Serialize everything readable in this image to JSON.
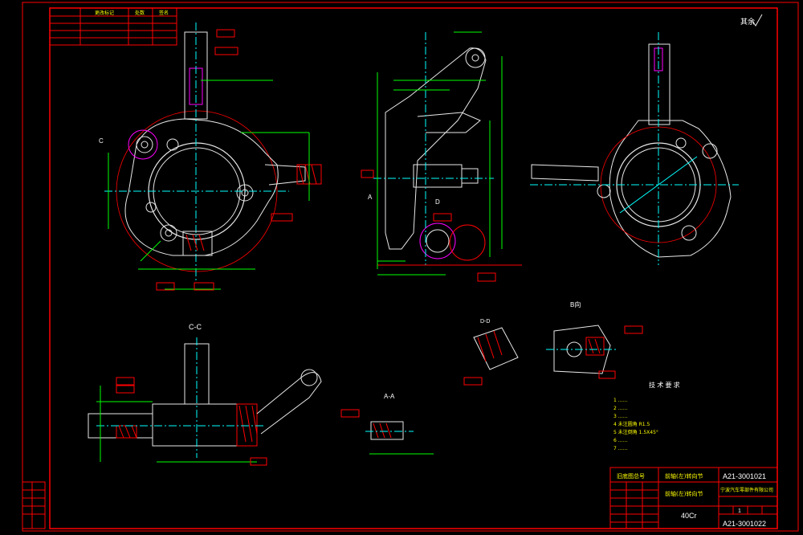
{
  "drawing": {
    "roughness_note": "其余",
    "revision_table_header": [
      "更改标记",
      "处数",
      "签名"
    ],
    "section_labels": {
      "cc": "C-C",
      "dd": "D-D",
      "aa": "A-A",
      "b_view": "B向",
      "c_marker": "C",
      "a_marker": "A",
      "d_marker": "D"
    },
    "tech_req_title": "技 术 要 求",
    "tech_req_items": [
      "1  ……",
      "2  ……",
      "3  ……",
      "4  未注圆角 R1.5",
      "5  未注倒角 1.5X45°",
      "6  ……",
      "7  ……"
    ],
    "title_block": {
      "drawing_no_top": "A21-3001021",
      "drawing_no_bottom": "A21-3001022",
      "part_name_top": "前轴(左)转向节",
      "part_name_mid": "前轴(左)转向节",
      "old_drawing_label": "旧底图总号",
      "material": "40Cr",
      "company": "宁波汽车零部件有限公司",
      "scale_row": [
        "",
        "1",
        "",
        ""
      ]
    },
    "left_margin_labels": [
      "",
      "",
      "",
      ""
    ],
    "colors": {
      "frame": "#ff0000",
      "geometry": "#e8e8e8",
      "centerline": "#00ffff",
      "dimension": "#00ff00",
      "highlight": "#ff00ff",
      "text": "#ffff00"
    }
  }
}
